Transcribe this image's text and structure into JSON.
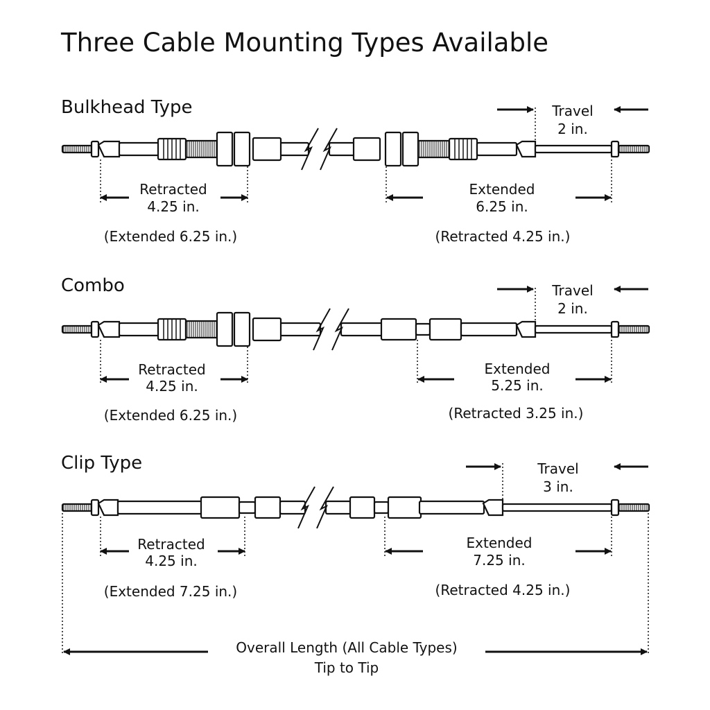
{
  "title": "Three Cable Mounting Types Available",
  "sections": [
    {
      "name": "Bulkhead Type",
      "travel": "Travel",
      "travel_value": "2 in.",
      "left_label": "Retracted",
      "left_value": "4.25 in.",
      "left_note": "(Extended 6.25 in.)",
      "right_label": "Extended",
      "right_value": "6.25 in.",
      "right_note": "(Retracted 4.25 in.)"
    },
    {
      "name": "Combo",
      "travel": "Travel",
      "travel_value": "2 in.",
      "left_label": "Retracted",
      "left_value": "4.25 in.",
      "left_note": "(Extended 6.25 in.)",
      "right_label": "Extended",
      "right_value": "5.25 in.",
      "right_note": "(Retracted 3.25 in.)"
    },
    {
      "name": "Clip Type",
      "travel": "Travel",
      "travel_value": "3 in.",
      "left_label": "Retracted",
      "left_value": "4.25 in.",
      "left_note": "(Extended 7.25 in.)",
      "right_label": "Extended",
      "right_value": "7.25 in.",
      "right_note": "(Retracted 4.25 in.)"
    }
  ],
  "overall": {
    "label": "Overall Length (All Cable Types)",
    "sub": "Tip to Tip"
  }
}
